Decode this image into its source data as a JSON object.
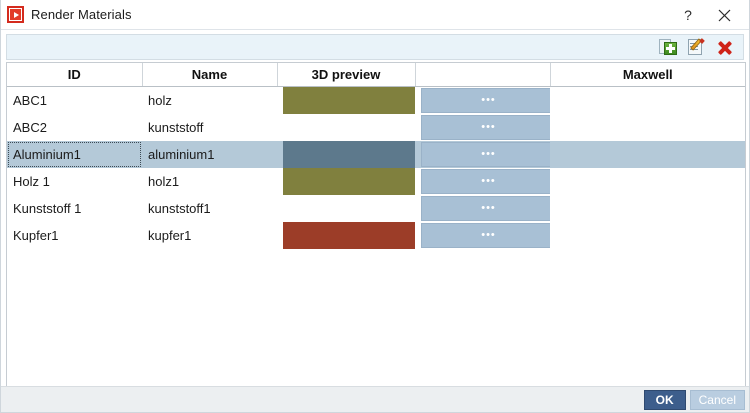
{
  "window": {
    "title": "Render Materials",
    "icon": "render-materials-icon",
    "help_label": "?",
    "close_label": "✕"
  },
  "toolbar": {
    "add_label": "add-material-icon",
    "edit_label": "edit-material-icon",
    "delete_label": "delete-material-icon"
  },
  "grid": {
    "columns": [
      {
        "key": "id",
        "label": "ID"
      },
      {
        "key": "name",
        "label": "Name"
      },
      {
        "key": "preview",
        "label": "3D preview"
      },
      {
        "key": "dots",
        "label": ""
      },
      {
        "key": "maxwell",
        "label": "Maxwell"
      }
    ],
    "dots_label": "•••",
    "rows": [
      {
        "id": "ABC1",
        "name": "holz",
        "preview_color": "#80803e",
        "has_preview": true,
        "maxwell": "",
        "selected": false
      },
      {
        "id": "ABC2",
        "name": "kunststoff",
        "preview_color": "",
        "has_preview": false,
        "maxwell": "",
        "selected": false
      },
      {
        "id": "Aluminium1",
        "name": "aluminium1",
        "preview_color": "#5d798c",
        "has_preview": true,
        "maxwell": "",
        "selected": true
      },
      {
        "id": "Holz 1",
        "name": "holz1",
        "preview_color": "#80803e",
        "has_preview": true,
        "maxwell": "",
        "selected": false
      },
      {
        "id": "Kunststoff 1",
        "name": "kunststoff1",
        "preview_color": "",
        "has_preview": false,
        "maxwell": "",
        "selected": false
      },
      {
        "id": "Kupfer1",
        "name": "kupfer1",
        "preview_color": "#9c3d28",
        "has_preview": true,
        "maxwell": "",
        "selected": false
      }
    ]
  },
  "footer": {
    "ok_label": "OK",
    "cancel_label": "Cancel"
  },
  "colors": {
    "selection": "#b4c9d8",
    "dots_button": "#a8c0d5",
    "ok_button": "#3d5e8c",
    "cancel_button": "#b9cde0",
    "toolbar_strip": "#e9f3f9",
    "accent_red": "#d42b1e"
  }
}
